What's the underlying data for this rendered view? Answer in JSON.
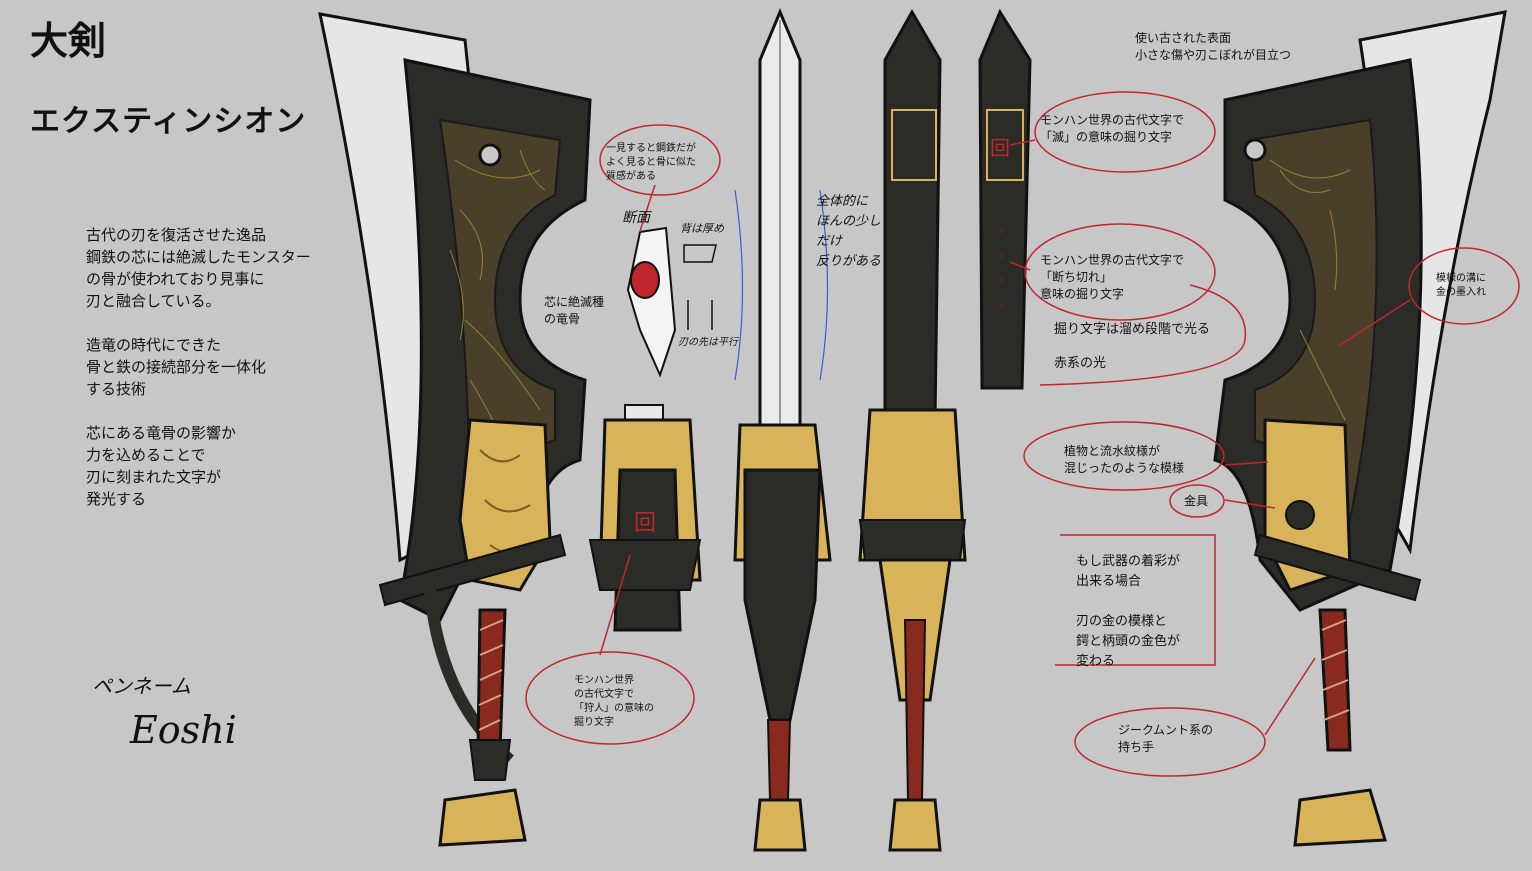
{
  "sheet": {
    "title": "大剣",
    "subtitle": "エクスティンシオン",
    "description": [
      "古代の刃を復活させた逸品\n鋼鉄の芯には絶滅したモンスター\nの骨が使われており見事に\n刃と融合している。",
      "造竜の時代にできた\n骨と鉄の接続部分を一体化\nする技術",
      "芯にある竜骨の影響か\n力を込めることで\n刃に刻まれた文字が\n発光する"
    ]
  },
  "annotations": {
    "looks_steel": "一見すると鋼鉄だが\nよく見ると骨に似た\n質感がある",
    "cross_section": "断面",
    "back_thickness": "背は厚め",
    "blade_parallel": "刃の先は平行",
    "core_dragon_bone": "芯に絶滅種\nの竜骨",
    "whole_warp": "全体的に\nほんの少し\nだけ\n反りがある",
    "worn_surface": "使い古された表面\n小さな傷や刃こぼれが目立つ",
    "script_extinct": "モンハン世界の古代文字で\n「滅」の意味の掘り文字",
    "script_cut": "モンハン世界の古代文字で\n「断ち切れ」\n意味の掘り文字",
    "glow_stages": "掘り文字は溜め段階で光る",
    "red_light": "赤系の光",
    "gold_ink": "模様の溝に\n金の墨入れ",
    "plant_water": "植物と流水紋様が\n混じったのような模様",
    "fitting": "金具",
    "coloring": "もし武器の着彩が\n出来る場合\n\n刃の金の模様と\n鍔と柄頭の金色が\n変わる",
    "hunter_script": "モンハン世界\nの古代文字で\n「狩人」の意味の\n掘り文字",
    "grip": "ジークムント系の\n持ち手"
  },
  "signature": {
    "pen_name_label": "ペンネーム",
    "pen_name": "Eoshi"
  },
  "colors": {
    "background": "#c7c7c7",
    "blade_dark": "#2b2b28",
    "gold": "#d8b35a",
    "steel": "#e8e8e8",
    "annotation_red": "#c0262c",
    "grip_red": "#8a2a1e"
  }
}
